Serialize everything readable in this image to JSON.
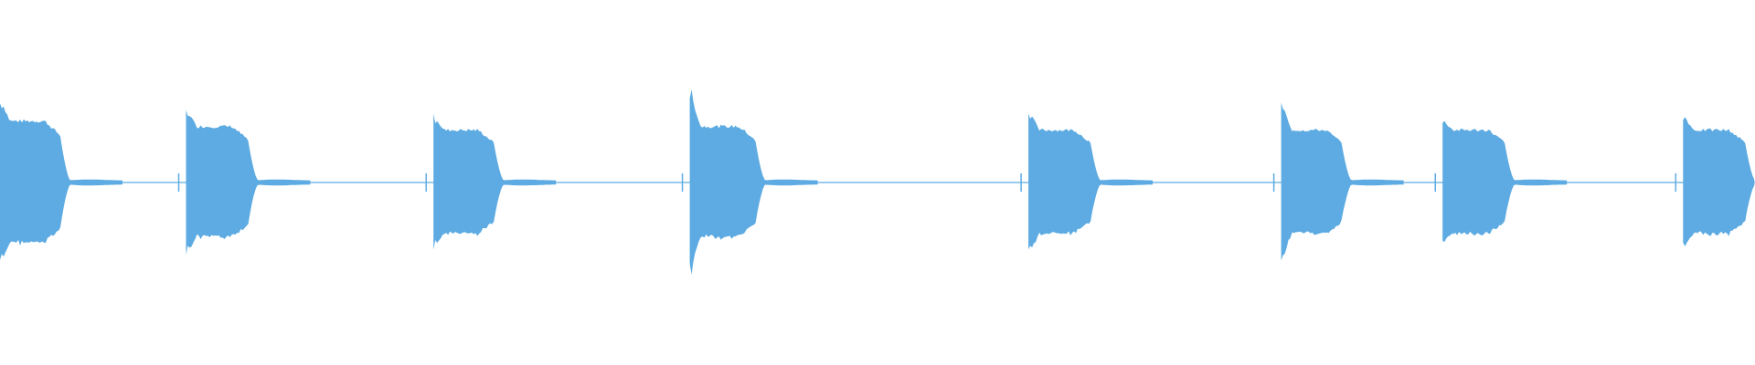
{
  "waveform": {
    "color": "#5dabe2",
    "background": "#ffffff",
    "events": [
      {
        "peak": 0.47,
        "sustain": 0.34,
        "dur": 0.034
      },
      {
        "peak": 0.41,
        "sustain": 0.31,
        "dur": 0.035
      },
      {
        "peak": 0.38,
        "sustain": 0.29,
        "dur": 0.034
      },
      {
        "peak": 0.51,
        "sustain": 0.31,
        "dur": 0.037
      },
      {
        "peak": 0.41,
        "sustain": 0.29,
        "dur": 0.035
      },
      {
        "peak": 0.45,
        "sustain": 0.29,
        "dur": 0.034
      },
      {
        "peak": 0.35,
        "sustain": 0.29,
        "dur": 0.035
      },
      {
        "peak": 0.38,
        "sustain": 0.29,
        "dur": 0.035
      }
    ]
  }
}
